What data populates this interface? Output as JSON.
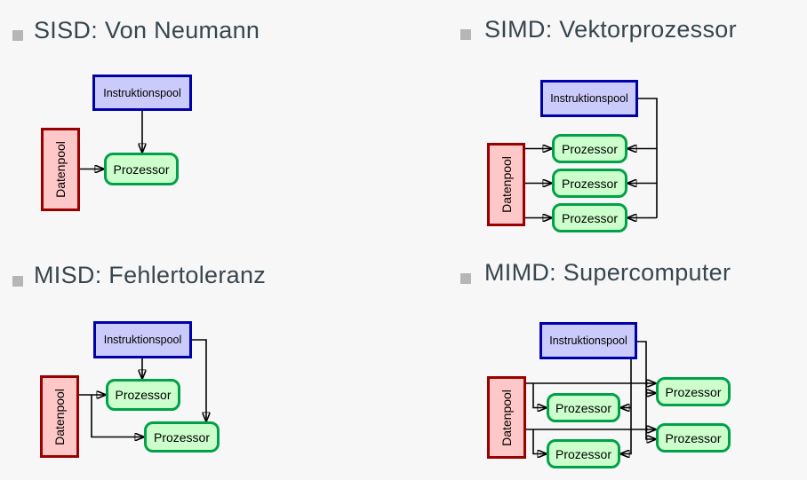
{
  "slide": {
    "background": "#f7f7f7",
    "description": "Flynn taxonomy block diagrams"
  },
  "colors": {
    "heading_text": "#37464f",
    "bullet": "#b6b6b6",
    "instruction_pool_fill": "#cbcbfb",
    "instruction_pool_border": "#0000a8",
    "data_pool_fill": "#ffc8c8",
    "data_pool_border": "#990000",
    "processor_fill": "#ccffcc",
    "processor_border": "#00a149",
    "connector": "#000000"
  },
  "panels": [
    {
      "id": "sisd",
      "title": "SISD: Von Neumann",
      "instruction_pool_label": "Instruktionspool",
      "data_pool_label": "Datenpool",
      "processor_label": "Prozessor",
      "processor_count": 1
    },
    {
      "id": "simd",
      "title": "SIMD: Vektorprozessor",
      "instruction_pool_label": "Instruktionspool",
      "data_pool_label": "Datenpool",
      "processor_label": "Prozessor",
      "processor_count": 3
    },
    {
      "id": "misd",
      "title": "MISD: Fehlertoleranz",
      "instruction_pool_label": "Instruktionspool",
      "data_pool_label": "Datenpool",
      "processor_label": "Prozessor",
      "processor_count": 2
    },
    {
      "id": "mimd",
      "title": "MIMD: Supercomputer",
      "instruction_pool_label": "Instruktionspool",
      "data_pool_label": "Datenpool",
      "processor_label": "Prozessor",
      "processor_count": 4
    }
  ]
}
